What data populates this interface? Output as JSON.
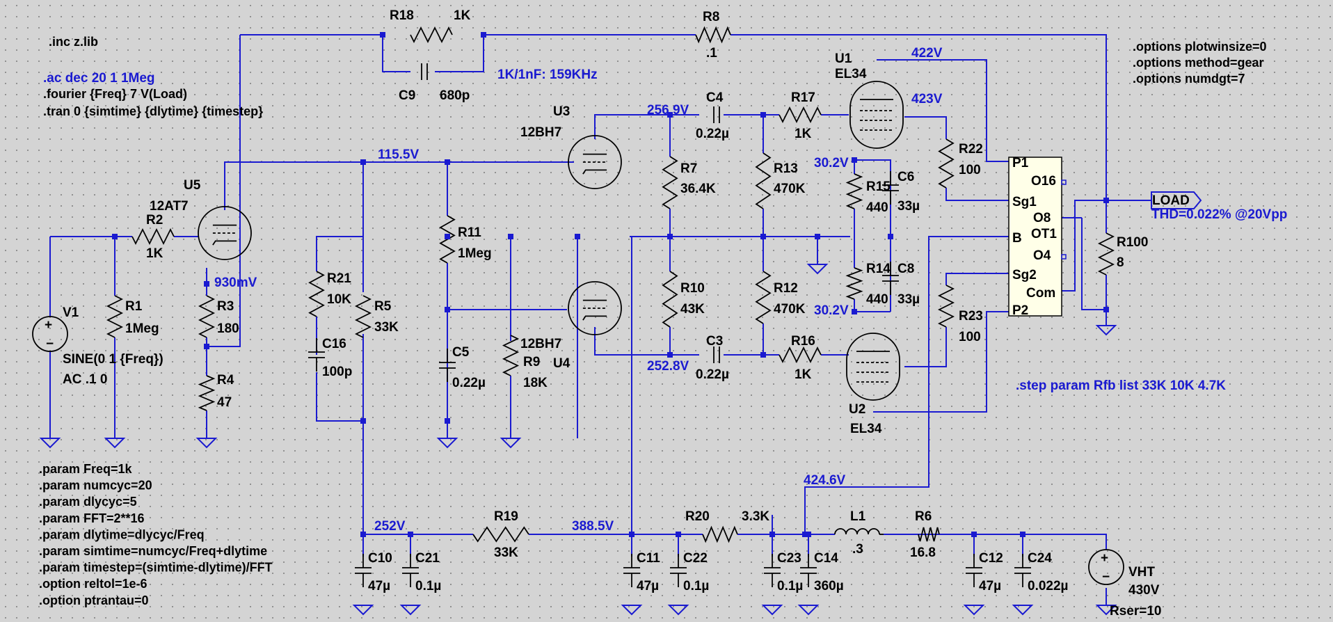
{
  "directives": {
    "inc": ".inc z.lib",
    "ac": ".ac dec 20 1 1Meg",
    "fourier": ".fourier {Freq} 7 V(Load)",
    "tran": ".tran 0 {simtime} {dlytime} {timestep}",
    "opt_plot": ".options plotwinsize=0",
    "opt_method": ".options method=gear",
    "opt_numdgt": ".options numdgt=7",
    "step": ".step param Rfb list 33K 10K 4.7K",
    "rc_note": "1K/1nF: 159KHz",
    "params": [
      ".param Freq=1k",
      ".param numcyc=20",
      ".param dlycyc=5",
      ".param FFT=2**16",
      ".param dlytime=dlycyc/Freq",
      ".param simtime=numcyc/Freq+dlytime",
      ".param timestep=(simtime-dlytime)/FFT",
      ".option reltol=1e-6",
      ".option ptrantau=0"
    ]
  },
  "voltages": {
    "v422": "422V",
    "v423": "423V",
    "v256": "256.9V",
    "v115": "115.5V",
    "v30a": "30.2V",
    "v30b": "30.2V",
    "v930": "930mV",
    "v252_8": "252.8V",
    "v424": "424.6V",
    "v252": "252V",
    "v388": "388.5V"
  },
  "thd": "THD=0.022% @20Vpp",
  "load_label": "LOAD",
  "components": {
    "R18": {
      "name": "R18",
      "value": "1K"
    },
    "R8": {
      "name": "R8",
      "value": ".1"
    },
    "C9": {
      "name": "C9",
      "value": "680p"
    },
    "U1": {
      "name": "U1",
      "model": "EL34"
    },
    "U2": {
      "name": "U2",
      "model": "EL34"
    },
    "U3": {
      "name": "U3",
      "model": "12BH7"
    },
    "U4": {
      "name": "U4",
      "model": "12BH7"
    },
    "U5": {
      "name": "U5",
      "model": "12AT7"
    },
    "C4": {
      "name": "C4",
      "value": "0.22µ"
    },
    "C3": {
      "name": "C3",
      "value": "0.22µ"
    },
    "R17": {
      "name": "R17",
      "value": "1K"
    },
    "R16": {
      "name": "R16",
      "value": "1K"
    },
    "R22": {
      "name": "R22",
      "value": "100"
    },
    "R23": {
      "name": "R23",
      "value": "100"
    },
    "R13": {
      "name": "R13",
      "value": "470K"
    },
    "R12": {
      "name": "R12",
      "value": "470K"
    },
    "R15": {
      "name": "R15",
      "value": "440"
    },
    "R14": {
      "name": "R14",
      "value": "440"
    },
    "C6": {
      "name": "C6",
      "value": "33µ"
    },
    "C8": {
      "name": "C8",
      "value": "33µ"
    },
    "R7": {
      "name": "R7",
      "value": "36.4K"
    },
    "R10": {
      "name": "R10",
      "value": "43K"
    },
    "R11": {
      "name": "R11",
      "value": "1Meg"
    },
    "C5": {
      "name": "C5",
      "value": "0.22µ"
    },
    "R9": {
      "name": "R9",
      "value": "18K"
    },
    "R21": {
      "name": "R21",
      "value": "10K"
    },
    "R5": {
      "name": "R5",
      "value": "33K"
    },
    "C16": {
      "name": "C16",
      "value": "100p"
    },
    "R2": {
      "name": "R2",
      "value": "1K"
    },
    "R1": {
      "name": "R1",
      "value": "1Meg"
    },
    "R3": {
      "name": "R3",
      "value": "180"
    },
    "R4": {
      "name": "R4",
      "value": "47"
    },
    "V1": {
      "name": "V1",
      "value": "SINE(0 1 {Freq})",
      "ac": "AC .1 0"
    },
    "R100": {
      "name": "R100",
      "value": "8"
    },
    "R19": {
      "name": "R19",
      "value": "33K"
    },
    "R20": {
      "name": "R20",
      "value": "3.3K"
    },
    "L1": {
      "name": "L1",
      "value": ".3"
    },
    "R6": {
      "name": "R6",
      "value": "16.8"
    },
    "C10": {
      "name": "C10",
      "value": "47µ"
    },
    "C21": {
      "name": "C21",
      "value": "0.1µ"
    },
    "C11": {
      "name": "C11",
      "value": "47µ"
    },
    "C22": {
      "name": "C22",
      "value": "0.1µ"
    },
    "C23": {
      "name": "C23",
      "value": "0.1µ"
    },
    "C14": {
      "name": "C14",
      "value": "360µ"
    },
    "C12": {
      "name": "C12",
      "value": "47µ"
    },
    "C24": {
      "name": "C24",
      "value": "0.022µ"
    },
    "VHT": {
      "name": "VHT",
      "value": "430V",
      "rser": "Rser=10"
    }
  },
  "transformer": {
    "pins": {
      "P1": "P1",
      "Sg1": "Sg1",
      "B": "B",
      "Sg2": "Sg2",
      "P2": "P2",
      "O16": "O16",
      "O8": "O8",
      "O4": "O4",
      "Com": "Com"
    },
    "tag": "OT1"
  }
}
